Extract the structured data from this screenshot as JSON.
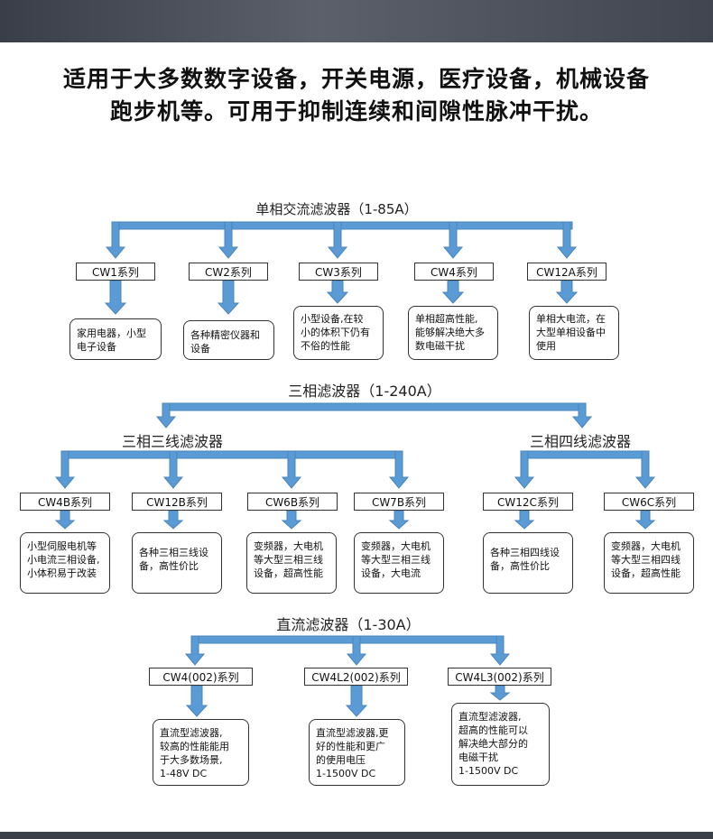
{
  "headline": {
    "line1": "适用于大多数数字设备，开关电源，医疗设备，机械设备",
    "line2": "跑步机等。可用于抑制连续和间隙性脉冲干扰。"
  },
  "colors": {
    "arrow": "#5b9bd5",
    "arrow_edge": "#4a84bb"
  },
  "single_phase": {
    "title": "单相交流滤波器（1-85A）",
    "items": [
      {
        "label": "CW1系列",
        "desc": "家用电器，小型\n电子设备"
      },
      {
        "label": "CW2系列",
        "desc": "各种精密仪器和\n设备"
      },
      {
        "label": "CW3系列",
        "desc": "小型设备,在较\n小的体积下仍有\n不俗的性能"
      },
      {
        "label": "CW4系列",
        "desc": "单相超高性能,\n能够解决绝大多\n数电磁干扰"
      },
      {
        "label": "CW12A系列",
        "desc": "单相大电流，在\n大型单相设备中\n使用"
      }
    ]
  },
  "three_phase": {
    "title": "三相滤波器（1-240A）",
    "three_wire": {
      "title": "三相三线滤波器",
      "items": [
        {
          "label": "CW4B系列",
          "desc": "小型伺服电机等\n小电流三相设备,\n小体积易于改装"
        },
        {
          "label": "CW12B系列",
          "desc": "各种三相三线设\n备，高性价比"
        },
        {
          "label": "CW6B系列",
          "desc": "变频器，大电机\n等大型三相三线\n设备，超高性能"
        },
        {
          "label": "CW7B系列",
          "desc": "变频器，大电机\n等大型三相三线\n设备，大电流"
        }
      ]
    },
    "four_wire": {
      "title": "三相四线滤波器",
      "items": [
        {
          "label": "CW12C系列",
          "desc": "各种三相四线设\n备，高性价比"
        },
        {
          "label": "CW6C系列",
          "desc": "变频器，大电机\n等大型三相四线\n设备，超高性能"
        }
      ]
    }
  },
  "dc": {
    "title": "直流滤波器（1-30A）",
    "items": [
      {
        "label": "CW4(002)系列",
        "desc": "直流型滤波器,\n较高的性能能用\n于大多数场景,\n1-48V DC"
      },
      {
        "label": "CW4L2(002)系列",
        "desc": "直流型滤波器,更\n好的性能和更广\n的使用电压\n1-1500V DC"
      },
      {
        "label": "CW4L3(002)系列",
        "desc": "直流型滤波器,\n超高的性能可以\n解决绝大部分的\n电磁干扰\n 1-1500V DC"
      }
    ]
  }
}
